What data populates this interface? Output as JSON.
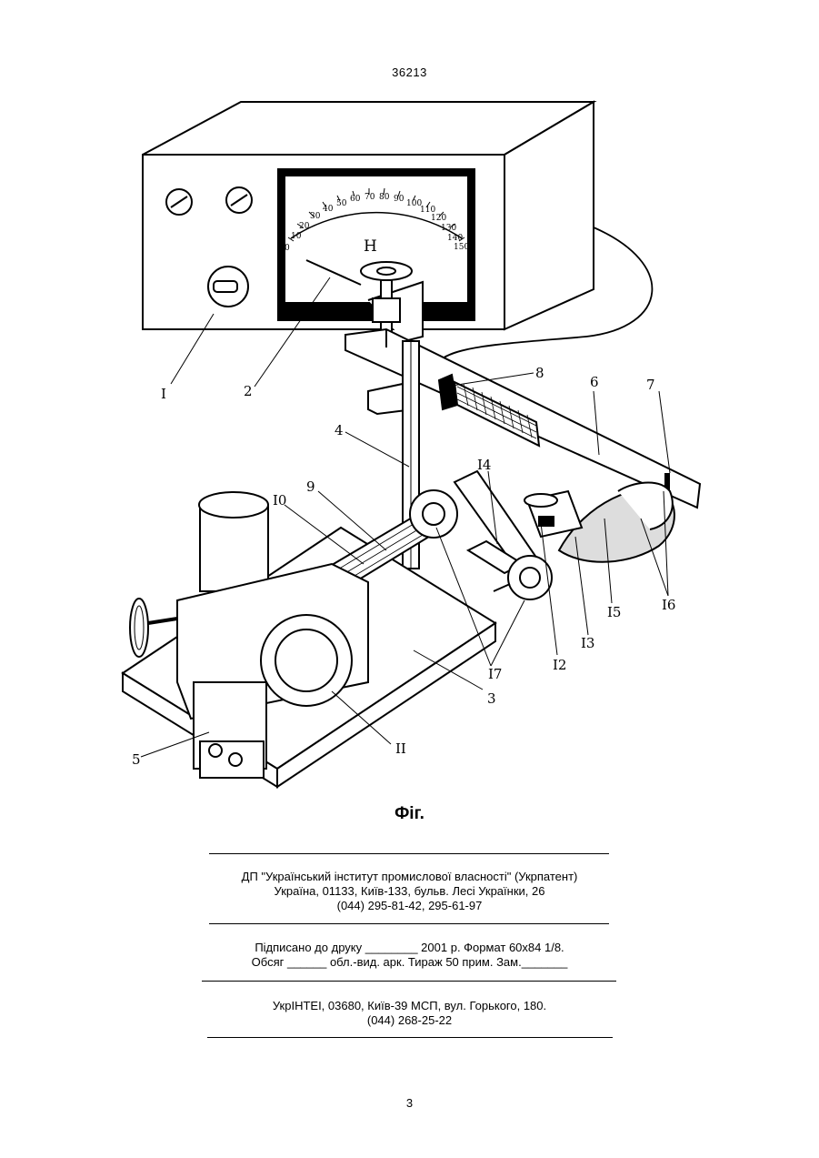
{
  "header": {
    "patent_number": "36213"
  },
  "figure": {
    "labels": {
      "l1": "I",
      "l2": "2",
      "l3": "3",
      "l4": "4",
      "l5": "5",
      "l6": "6",
      "l7": "7",
      "l8": "8",
      "l9": "9",
      "l10": "I0",
      "l11": "II",
      "l12": "I2",
      "l13": "I3",
      "l14": "I4",
      "l15": "I5",
      "l16": "I6",
      "l17": "I7",
      "meter_letter": "H"
    },
    "scale_ticks": [
      "0",
      "10",
      "20",
      "30",
      "40",
      "50",
      "60",
      "70",
      "80",
      "90",
      "100",
      "110",
      "120",
      "130",
      "140",
      "150"
    ]
  },
  "caption": "Фіг.",
  "imprint": {
    "org_line1": "ДП \"Український інститут промислової власності\" (Укрпатент)",
    "org_line2": "Україна, 01133, Київ-133, бульв. Лесі Українки, 26",
    "org_line3": "(044) 295-81-42, 295-61-97",
    "print_line1": "Підписано до друку ________ 2001 р.    Формат 60х84 1/8.",
    "print_line2": "Обсяг ______ обл.-вид. арк.   Тираж 50 прим.    Зам._______",
    "publisher_line1": "УкрІНТЕІ, 03680, Київ-39 МСП, вул. Горького, 180.",
    "publisher_line2": "(044) 268-25-22"
  },
  "footer": {
    "page_number": "3"
  }
}
